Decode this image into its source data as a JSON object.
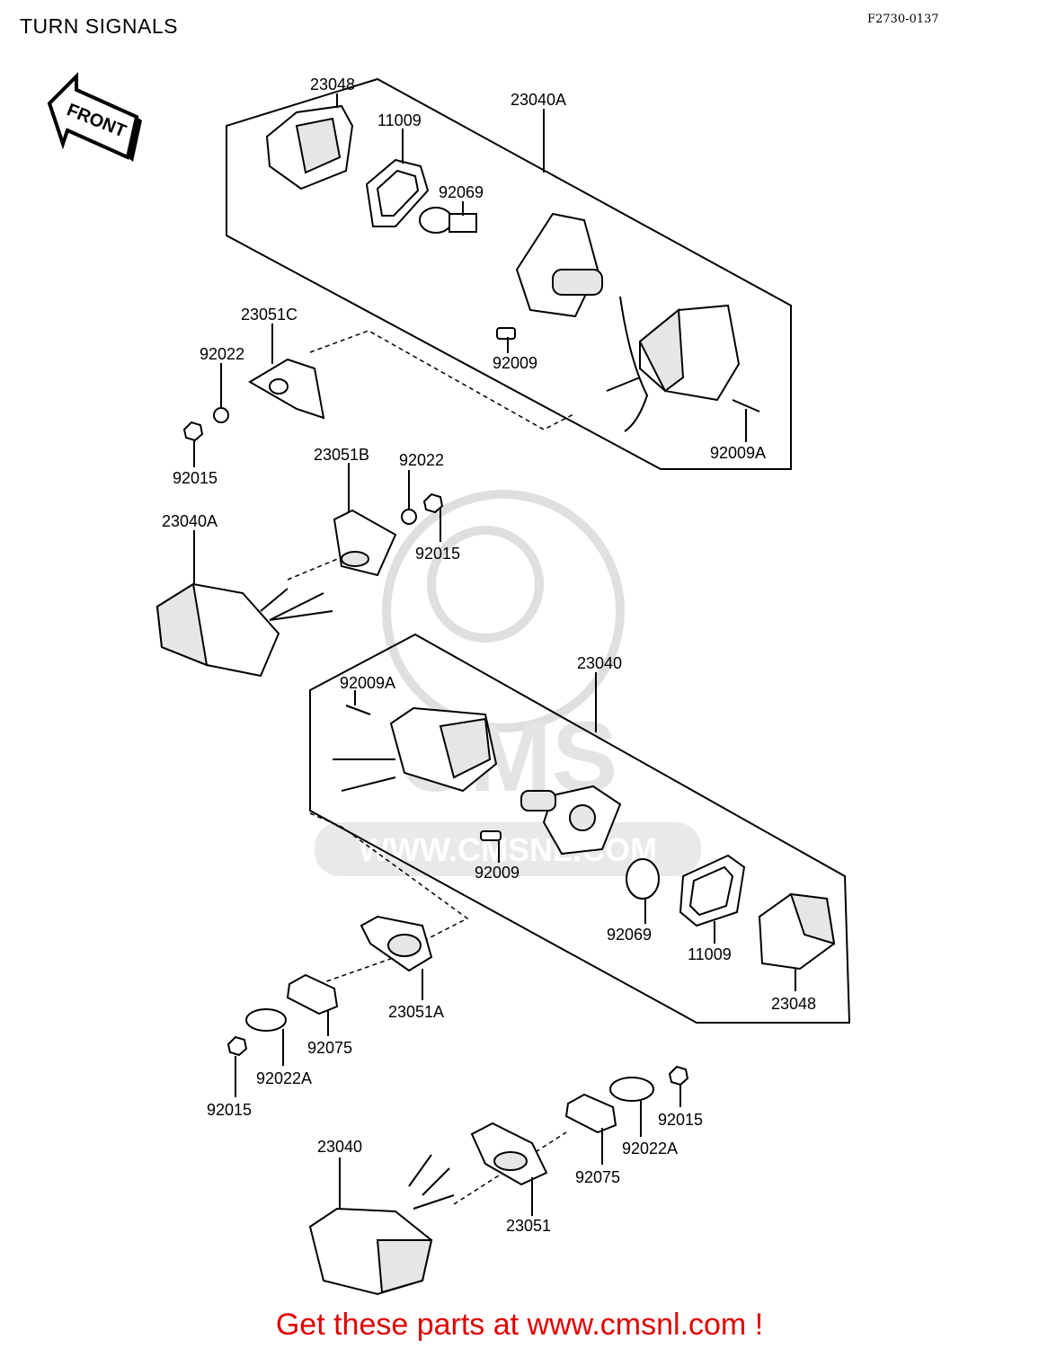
{
  "header": {
    "title": "TURN SIGNALS",
    "reference": "F2730-0137"
  },
  "front_arrow": {
    "label": "FRONT"
  },
  "watermark": {
    "brand": "CMS",
    "url": "WWW.CMSNL.COM"
  },
  "parts": {
    "p1": "23048",
    "p2": "11009",
    "p3": "23040A",
    "p4": "92069",
    "p5": "23051C",
    "p6": "92022",
    "p7": "92009",
    "p8": "92015",
    "p9": "92009A",
    "p10": "23051B",
    "p11": "92022",
    "p12": "23040A",
    "p13": "92015",
    "p14": "23040",
    "p15": "92009A",
    "p16": "92009",
    "p17": "92069",
    "p18": "11009",
    "p19": "23048",
    "p20": "23051A",
    "p21": "92075",
    "p22": "92022A",
    "p23": "92015",
    "p24": "92015",
    "p25": "92022A",
    "p26": "92075",
    "p27": "23040",
    "p28": "23051"
  },
  "footer": {
    "text": "Get these parts at www.cmsnl.com !"
  }
}
